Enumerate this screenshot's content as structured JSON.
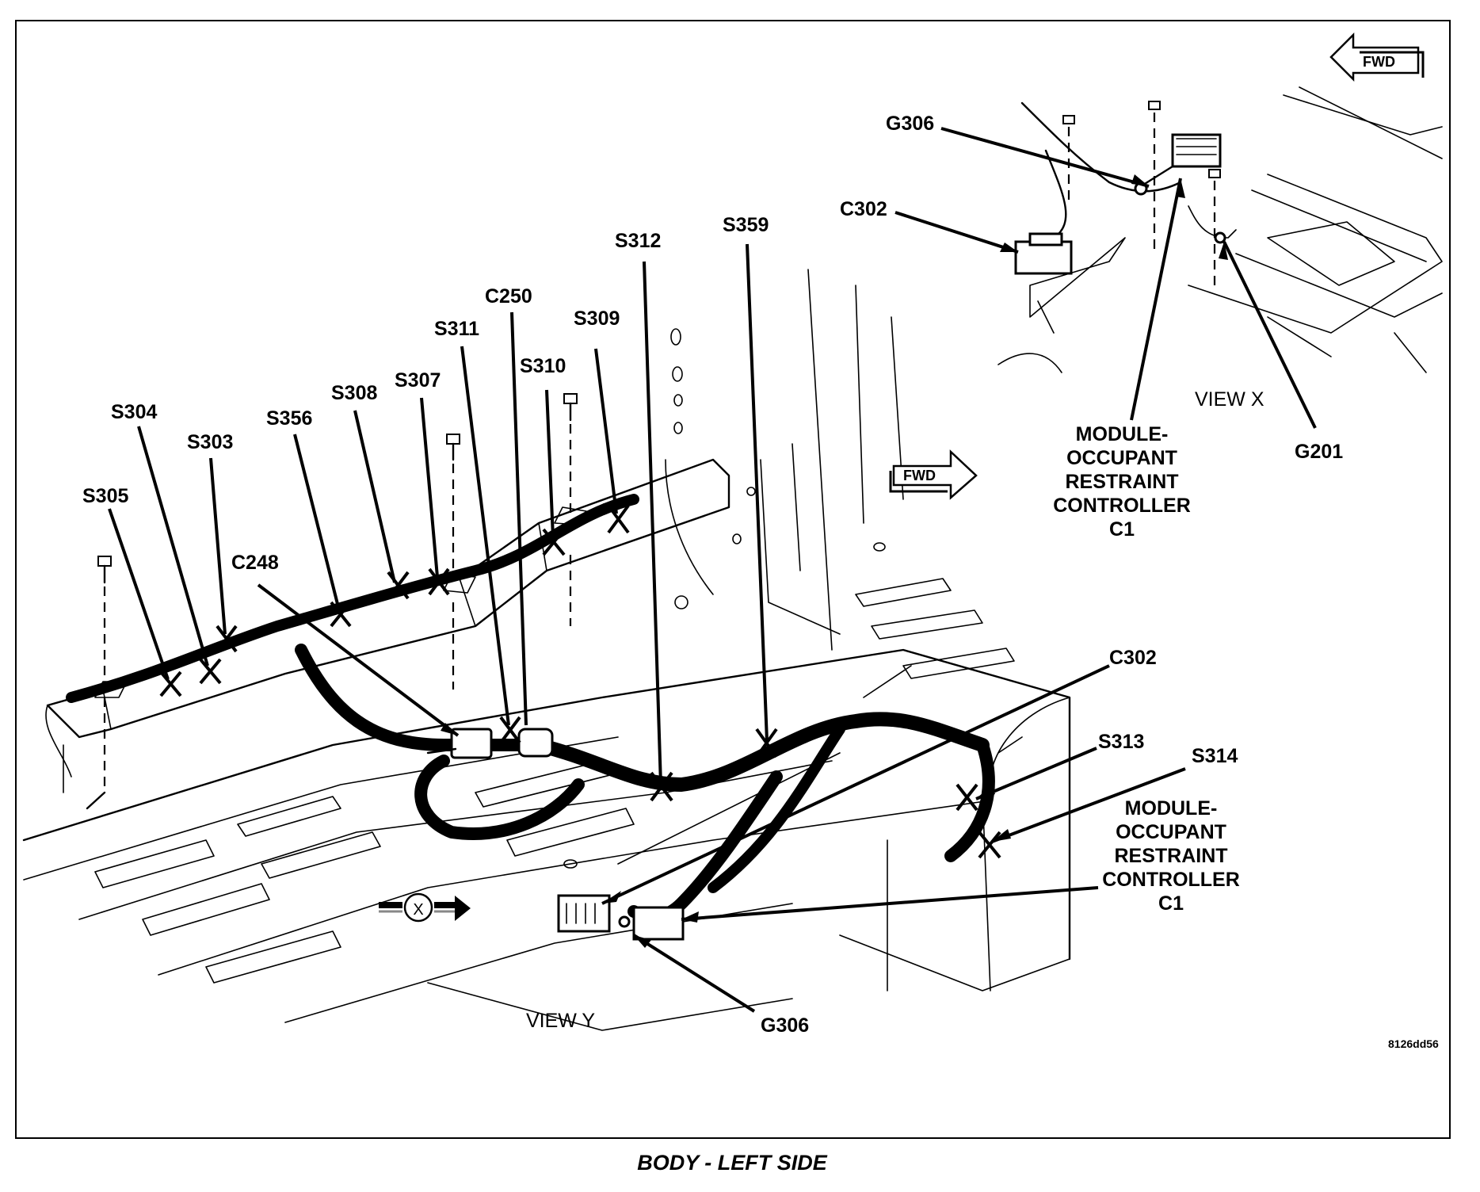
{
  "caption": "BODY - LEFT SIDE",
  "figure_id": "8126dd56",
  "view_labels": {
    "view_x": "VIEW X",
    "view_y": "VIEW Y"
  },
  "arrows": {
    "fwd_top": "FWD",
    "fwd_main": "FWD",
    "view_callout": "X"
  },
  "labels": {
    "S305": "S305",
    "S304": "S304",
    "S303": "S303",
    "S356": "S356",
    "S308": "S308",
    "S307": "S307",
    "S311": "S311",
    "C250": "C250",
    "S310": "S310",
    "S309": "S309",
    "S312": "S312",
    "S359": "S359",
    "C248": "C248",
    "C302_main": "C302",
    "S313": "S313",
    "S314": "S314",
    "G306_main": "G306",
    "G306_top": "G306",
    "C302_top": "C302",
    "G201": "G201"
  },
  "module_label_top": [
    "MODULE-",
    "OCCUPANT",
    "RESTRAINT",
    "CONTROLLER",
    "C1"
  ],
  "module_label_main": [
    "MODULE-",
    "OCCUPANT",
    "RESTRAINT",
    "CONTROLLER",
    "C1"
  ]
}
